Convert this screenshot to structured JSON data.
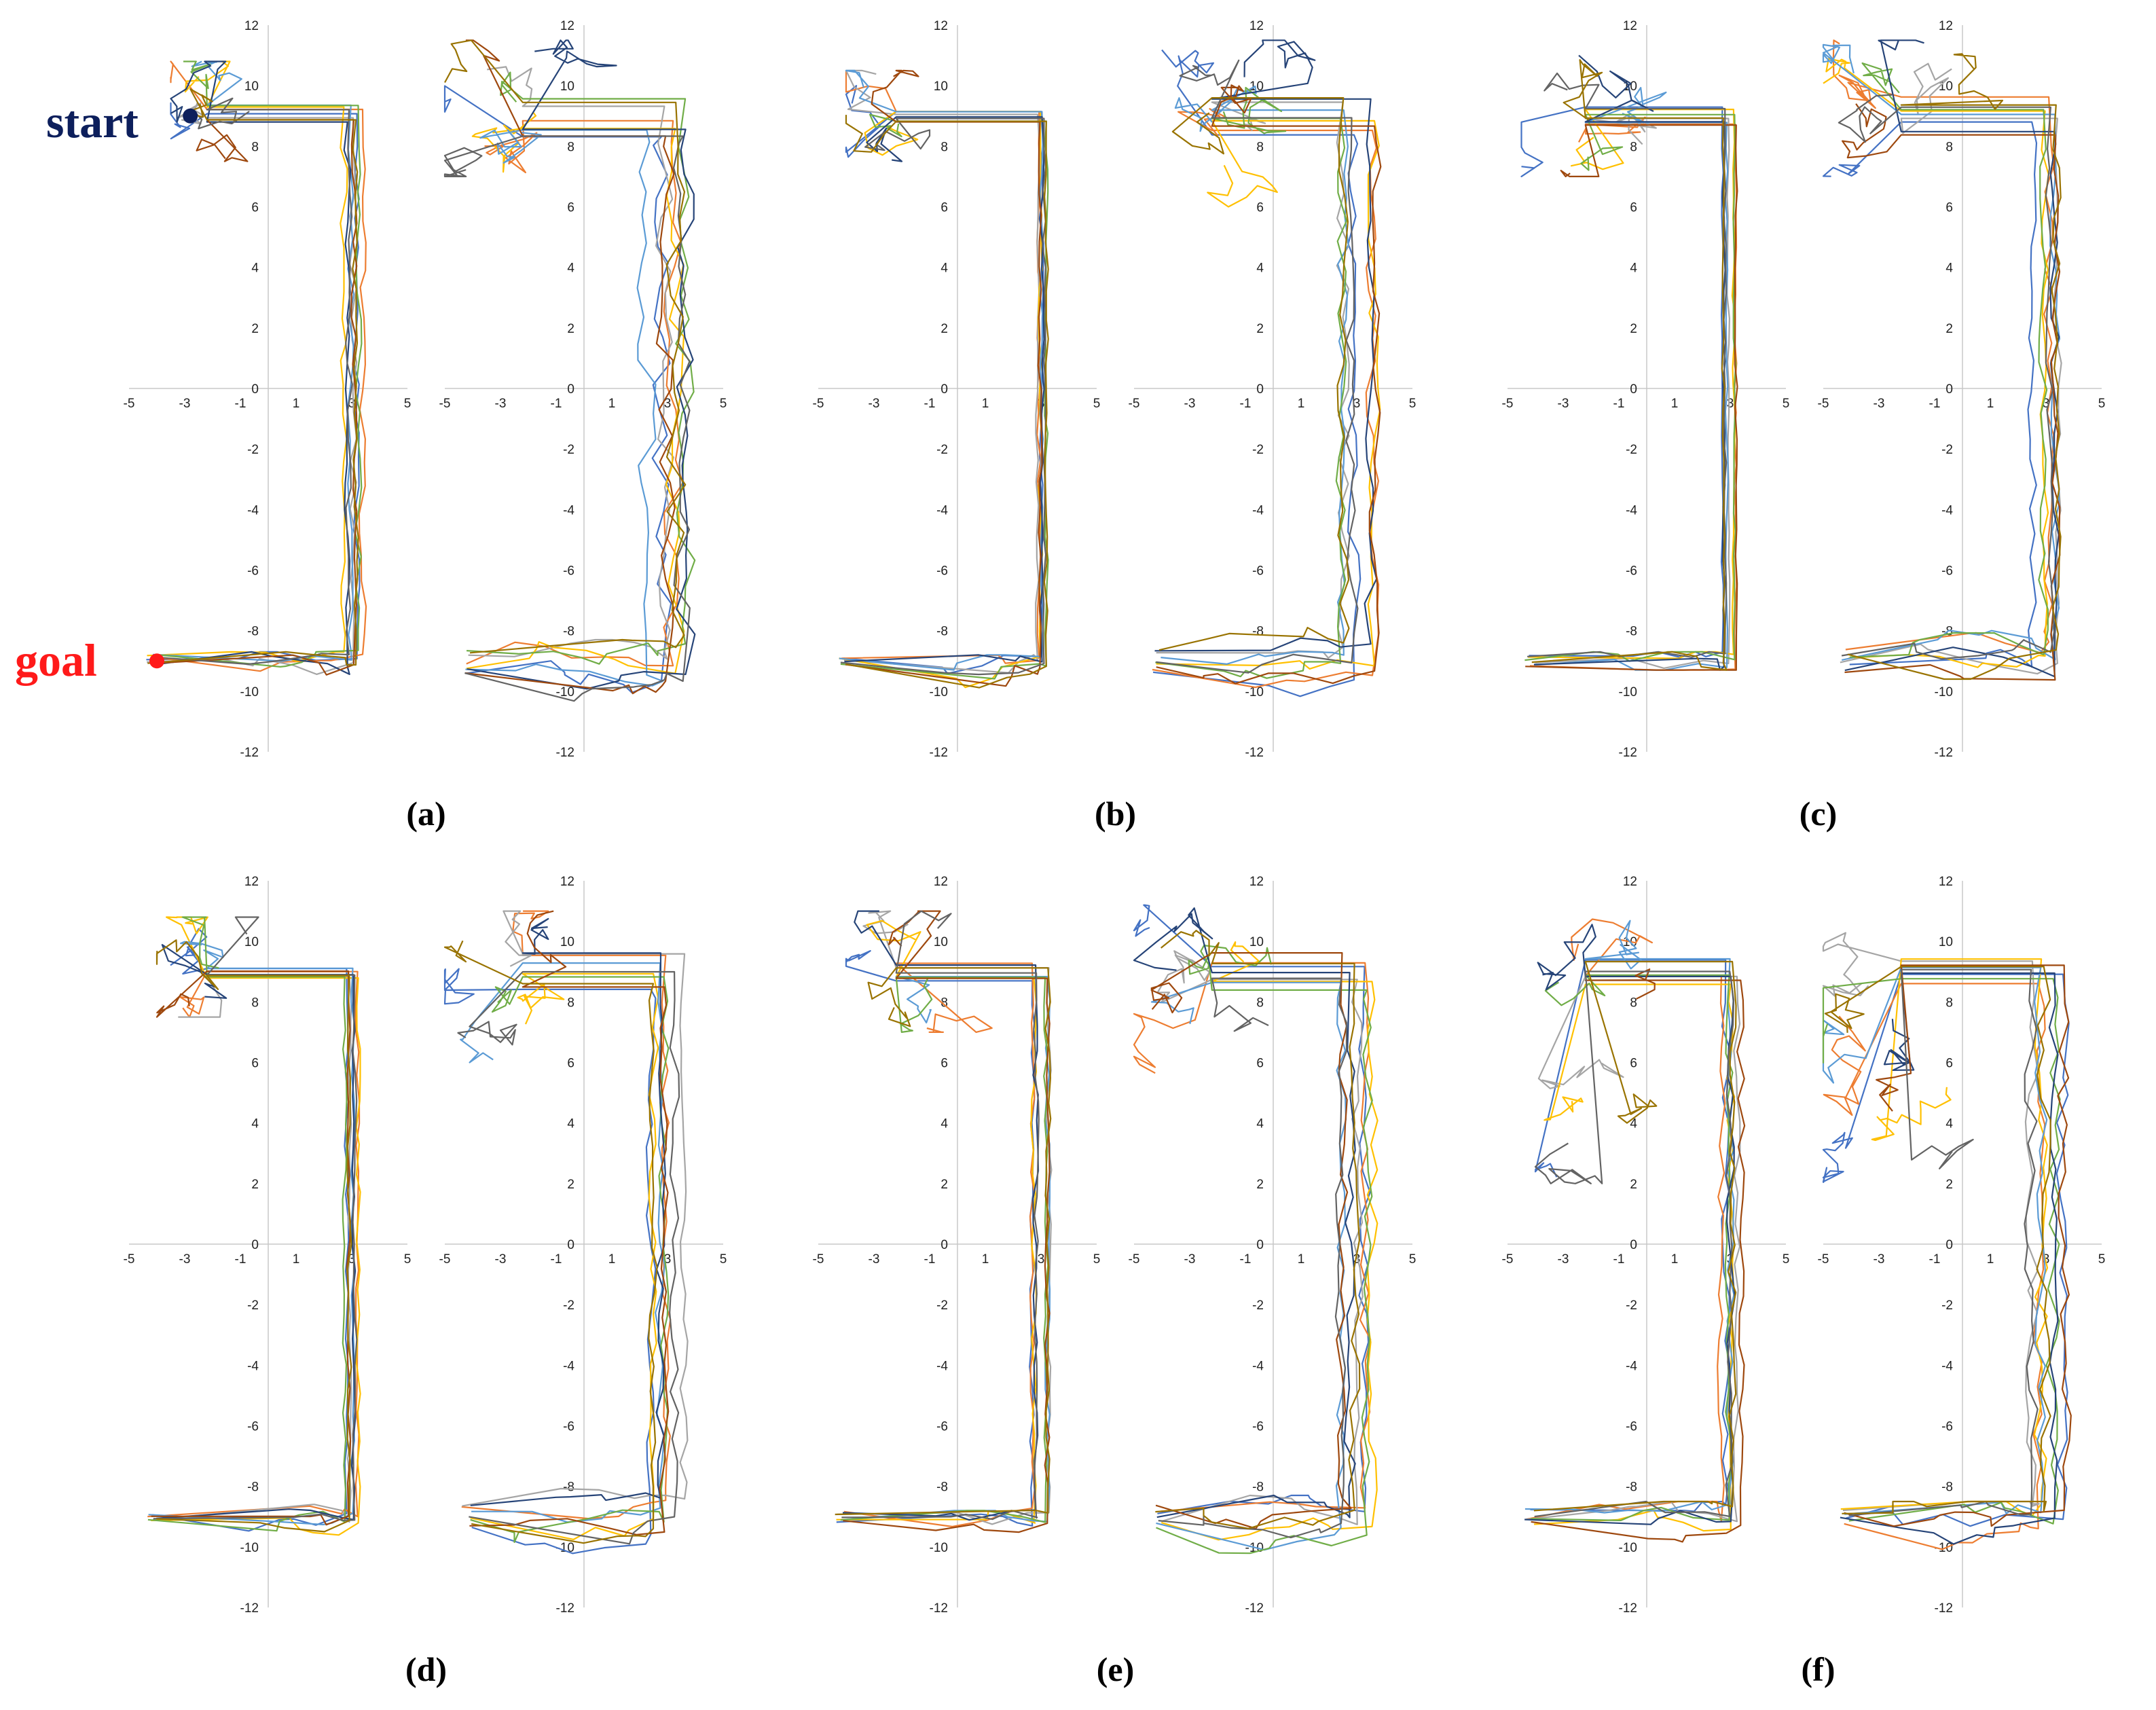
{
  "figure": {
    "start_label": "start",
    "goal_label": "goal",
    "start_color": "#0d1f5c",
    "goal_color": "#ff1a1a",
    "start_point": {
      "x": -2.8,
      "y": 9.0
    },
    "goal_point": {
      "x": -4.0,
      "y": -9.0
    }
  },
  "palette": [
    "#4472c4",
    "#ed7d31",
    "#a5a5a5",
    "#ffc000",
    "#5b9bd5",
    "#70ad47",
    "#264478",
    "#9e480e",
    "#636363",
    "#997300"
  ],
  "chart_data": {
    "type": "line",
    "description_free": true,
    "x_ticks": [
      "-5",
      "-3",
      "-1",
      "1",
      "3",
      "5"
    ],
    "y_ticks": [
      "12",
      "10",
      "8",
      "6",
      "4",
      "2",
      "0",
      "-2",
      "-4",
      "-6",
      "-8",
      "-10",
      "-12"
    ],
    "xlim": [
      -5,
      5
    ],
    "ylim": [
      -12,
      12
    ],
    "grid": false,
    "reference_path": [
      [
        -4.0,
        -9.0
      ],
      [
        3.0,
        -9.0
      ],
      [
        3.0,
        9.0
      ],
      [
        -2.8,
        9.0
      ]
    ],
    "panels": [
      {
        "caption": "(a)",
        "plots": [
          {
            "spread": 0.18,
            "seed": 11,
            "start_extent": [
              -3.5,
              0.0,
              7.5,
              10.8
            ],
            "goal_extent": [
              -4.5,
              3.0,
              -10.3,
              -8.7
            ],
            "corridor_wiggle": 0.25
          },
          {
            "spread": 0.35,
            "seed": 12,
            "start_extent": [
              -5.0,
              2.0,
              7.0,
              11.5
            ],
            "goal_extent": [
              -4.5,
              4.0,
              -11.2,
              -8.3
            ],
            "corridor_wiggle": 0.7
          }
        ]
      },
      {
        "caption": "(b)",
        "plots": [
          {
            "spread": 0.12,
            "seed": 21,
            "start_extent": [
              -4.0,
              -1.0,
              7.5,
              10.5
            ],
            "goal_extent": [
              -5.0,
              3.0,
              -10.2,
              -8.8
            ],
            "corridor_wiggle": 0.15
          },
          {
            "spread": 0.3,
            "seed": 22,
            "start_extent": [
              -4.0,
              3.0,
              6.0,
              11.5
            ],
            "goal_extent": [
              -4.5,
              4.0,
              -10.5,
              -7.5
            ],
            "corridor_wiggle": 0.45
          }
        ]
      },
      {
        "caption": "(c)",
        "plots": [
          {
            "spread": 0.15,
            "seed": 31,
            "start_extent": [
              -4.5,
              5.0,
              7.0,
              11.0
            ],
            "goal_extent": [
              -4.5,
              3.0,
              -9.3,
              -8.7
            ],
            "corridor_wiggle": 0.1
          },
          {
            "spread": 0.32,
            "seed": 32,
            "start_extent": [
              -5.0,
              5.0,
              6.5,
              11.5
            ],
            "goal_extent": [
              -4.5,
              4.0,
              -9.6,
              -8.0
            ],
            "corridor_wiggle": 0.35
          }
        ]
      },
      {
        "caption": "(d)",
        "plots": [
          {
            "spread": 0.12,
            "seed": 41,
            "start_extent": [
              -4.0,
              4.5,
              7.5,
              10.8
            ],
            "goal_extent": [
              -5.0,
              3.0,
              -9.8,
              -8.6
            ],
            "corridor_wiggle": 0.15
          },
          {
            "spread": 0.28,
            "seed": 42,
            "start_extent": [
              -5.0,
              5.0,
              6.0,
              11.0
            ],
            "goal_extent": [
              -4.5,
              4.0,
              -10.5,
              -8.0
            ],
            "corridor_wiggle": 0.35
          }
        ]
      },
      {
        "caption": "(e)",
        "plots": [
          {
            "spread": 0.15,
            "seed": 51,
            "start_extent": [
              -4.0,
              3.0,
              7.0,
              11.0
            ],
            "goal_extent": [
              -4.5,
              3.0,
              -10.0,
              -8.8
            ],
            "corridor_wiggle": 0.2
          },
          {
            "spread": 0.3,
            "seed": 52,
            "start_extent": [
              -5.0,
              4.5,
              5.0,
              11.2
            ],
            "goal_extent": [
              -4.5,
              4.5,
              -10.8,
              -8.3
            ],
            "corridor_wiggle": 0.4
          }
        ]
      },
      {
        "caption": "(f)",
        "plots": [
          {
            "spread": 0.2,
            "seed": 61,
            "start_extent": [
              -4.0,
              4.5,
              2.0,
              11.0
            ],
            "goal_extent": [
              -4.5,
              3.0,
              -10.5,
              -8.5
            ],
            "corridor_wiggle": 0.3
          },
          {
            "spread": 0.35,
            "seed": 62,
            "start_extent": [
              -5.0,
              5.0,
              1.0,
              11.2
            ],
            "goal_extent": [
              -4.5,
              4.0,
              -10.8,
              -8.5
            ],
            "corridor_wiggle": 0.5
          }
        ]
      }
    ]
  }
}
